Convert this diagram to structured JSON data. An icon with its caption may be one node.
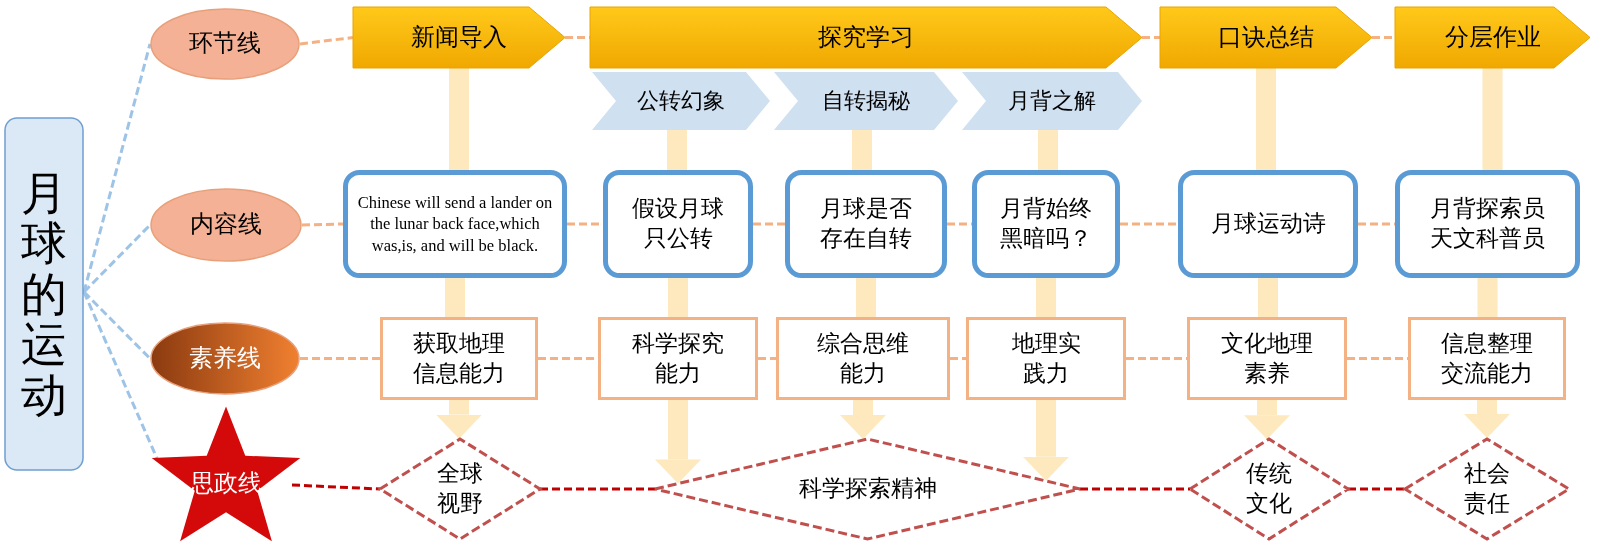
{
  "diagram": {
    "nodes": [
      {
        "text": [
          "月球的运动"
        ]
      },
      {
        "text": [
          "环节线"
        ]
      },
      {
        "text": [
          "内容线"
        ]
      },
      {
        "text": [
          "素养线"
        ]
      },
      {
        "text": [
          "思政线"
        ]
      },
      {
        "text": [
          "新闻导入"
        ]
      },
      {
        "text": [
          "探究学习"
        ]
      },
      {
        "text": [
          "口诀总结"
        ]
      },
      {
        "text": [
          "分层作业"
        ]
      },
      {
        "text": [
          "公转幻象"
        ]
      },
      {
        "text": [
          "自转揭秘"
        ]
      },
      {
        "text": [
          "月背之解"
        ]
      },
      {
        "text": [
          "Chinese will send a lander on the lunar back face,which was,is, and will be black."
        ]
      },
      {
        "text": [
          "假设月球只公转"
        ]
      },
      {
        "text": [
          "月球是否存在自转"
        ]
      },
      {
        "text": [
          "月背始终黑暗吗？"
        ]
      },
      {
        "text": [
          "月球运动诗"
        ]
      },
      {
        "text": [
          "月背探索员天文科普员"
        ]
      },
      {
        "text": [
          "获取地理信息能力"
        ]
      },
      {
        "text": [
          "科学探究能力"
        ]
      },
      {
        "text": [
          "综合思维能力"
        ]
      },
      {
        "text": [
          "地理实践力"
        ]
      },
      {
        "text": [
          "文化地理素养"
        ]
      },
      {
        "text": [
          "信息整理交流能力"
        ]
      },
      {
        "text": [
          "全球视野"
        ]
      },
      {
        "text": [
          "科学探索精神"
        ]
      },
      {
        "text": [
          "传统文化"
        ]
      },
      {
        "text": [
          "社会责任"
        ]
      }
    ],
    "edges": [
      {
        "from": 0,
        "to": 1,
        "arrow": "none",
        "style": "dashed",
        "color": "#9dc3e6"
      },
      {
        "from": 0,
        "to": 2,
        "arrow": "none",
        "style": "dashed",
        "color": "#9dc3e6"
      },
      {
        "from": 0,
        "to": 3,
        "arrow": "none",
        "style": "dashed",
        "color": "#9dc3e6"
      },
      {
        "from": 0,
        "to": 4,
        "arrow": "none",
        "style": "dashed",
        "color": "#9dc3e6"
      },
      {
        "from": 1,
        "to": 5,
        "arrow": "none",
        "style": "dashed"
      },
      {
        "from": 5,
        "to": 6,
        "arrow": "none",
        "style": "dashed"
      },
      {
        "from": 6,
        "to": 7,
        "arrow": "none",
        "style": "dashed"
      },
      {
        "from": 7,
        "to": 8,
        "arrow": "none",
        "style": "dashed"
      },
      {
        "from": 2,
        "to": 12,
        "arrow": "none",
        "style": "dashed"
      },
      {
        "from": 12,
        "to": 13,
        "arrow": "none",
        "style": "dashed"
      },
      {
        "from": 13,
        "to": 14,
        "arrow": "none",
        "style": "dashed"
      },
      {
        "from": 14,
        "to": 15,
        "arrow": "none",
        "style": "dashed"
      },
      {
        "from": 15,
        "to": 16,
        "arrow": "none",
        "style": "dashed"
      },
      {
        "from": 16,
        "to": 17,
        "arrow": "none",
        "style": "dashed"
      },
      {
        "from": 3,
        "to": 18,
        "arrow": "none",
        "style": "dashed"
      },
      {
        "from": 18,
        "to": 19,
        "arrow": "none",
        "style": "dashed"
      },
      {
        "from": 19,
        "to": 20,
        "arrow": "none",
        "style": "dashed"
      },
      {
        "from": 20,
        "to": 21,
        "arrow": "none",
        "style": "dashed"
      },
      {
        "from": 21,
        "to": 22,
        "arrow": "none",
        "style": "dashed"
      },
      {
        "from": 22,
        "to": 23,
        "arrow": "none",
        "style": "dashed"
      },
      {
        "from": 4,
        "to": 24,
        "arrow": "none",
        "style": "dashed",
        "color": "#c00000"
      },
      {
        "from": 24,
        "to": 25,
        "arrow": "none",
        "style": "dashed",
        "color": "#c00000"
      },
      {
        "from": 25,
        "to": 26,
        "arrow": "none",
        "style": "dashed",
        "color": "#c00000"
      },
      {
        "from": 26,
        "to": 27,
        "arrow": "none",
        "style": "dashed",
        "color": "#c00000"
      },
      {
        "from": 5,
        "to": 12,
        "arrow": "none",
        "style": "thick",
        "color": "#fde9bd"
      },
      {
        "from": 12,
        "to": 18,
        "arrow": "none",
        "style": "thick",
        "color": "#fde9bd"
      },
      {
        "from": 18,
        "to": 24,
        "arrow": "to",
        "style": "thick",
        "color": "#fde9bd"
      },
      {
        "from": 9,
        "to": 13,
        "arrow": "none",
        "style": "thick",
        "color": "#fde9bd"
      },
      {
        "from": 13,
        "to": 19,
        "arrow": "none",
        "style": "thick",
        "color": "#fde9bd"
      },
      {
        "from": 19,
        "to": 25,
        "arrow": "to",
        "style": "thick",
        "color": "#fde9bd"
      },
      {
        "from": 10,
        "to": 14,
        "arrow": "none",
        "style": "thick",
        "color": "#fde9bd"
      },
      {
        "from": 14,
        "to": 20,
        "arrow": "none",
        "style": "thick",
        "color": "#fde9bd"
      },
      {
        "from": 20,
        "to": 25,
        "arrow": "to",
        "style": "thick",
        "color": "#fde9bd"
      },
      {
        "from": 11,
        "to": 15,
        "arrow": "none",
        "style": "thick",
        "color": "#fde9bd"
      },
      {
        "from": 15,
        "to": 21,
        "arrow": "none",
        "style": "thick",
        "color": "#fde9bd"
      },
      {
        "from": 21,
        "to": 25,
        "arrow": "to",
        "style": "thick",
        "color": "#fde9bd"
      },
      {
        "from": 7,
        "to": 16,
        "arrow": "none",
        "style": "thick",
        "color": "#fde9bd"
      },
      {
        "from": 16,
        "to": 22,
        "arrow": "none",
        "style": "thick",
        "color": "#fde9bd"
      },
      {
        "from": 22,
        "to": 26,
        "arrow": "to",
        "style": "thick",
        "color": "#fde9bd"
      },
      {
        "from": 8,
        "to": 17,
        "arrow": "none",
        "style": "thick",
        "color": "#fde9bd"
      },
      {
        "from": 17,
        "to": 23,
        "arrow": "none",
        "style": "thick",
        "color": "#fde9bd"
      },
      {
        "from": 23,
        "to": 27,
        "arrow": "to",
        "style": "thick",
        "color": "#fde9bd"
      }
    ]
  }
}
